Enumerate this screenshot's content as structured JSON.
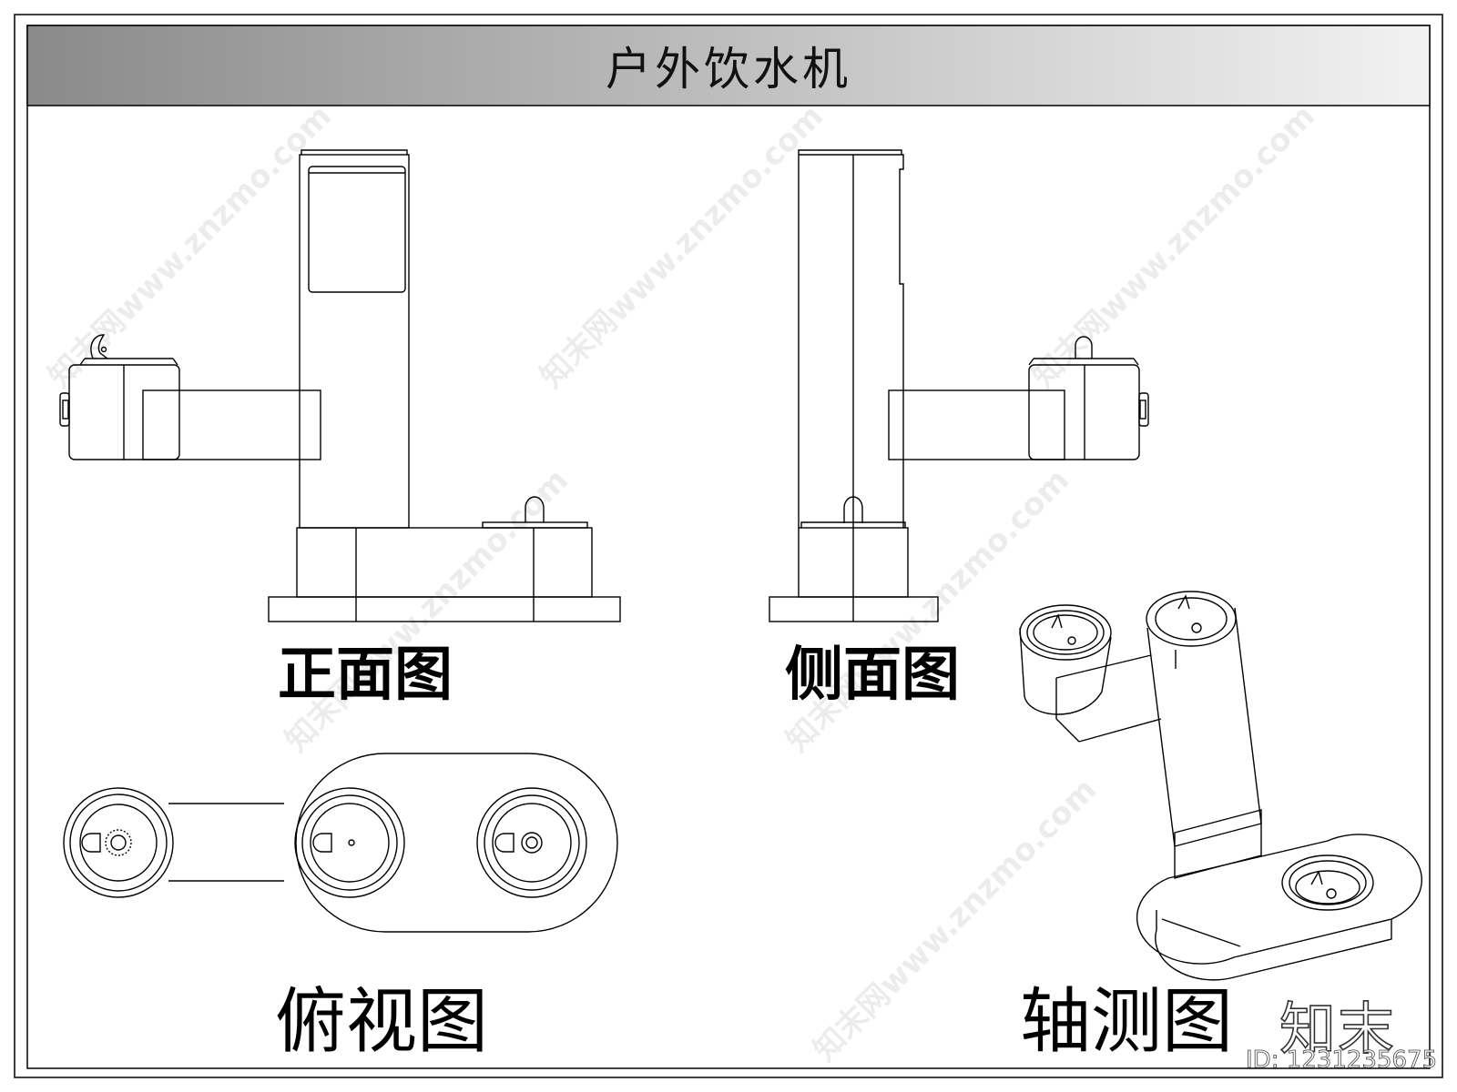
{
  "title": "户外饮水机",
  "views": {
    "front": "正面图",
    "side": "侧面图",
    "top": "俯视图",
    "iso": "轴测图"
  },
  "logo": {
    "brand": "知末",
    "id": "ID: 1231235675"
  },
  "watermark": "知末网www.znzmo.com",
  "colors": {
    "line": "#000000",
    "title_band_dark": "#8a8a8a",
    "title_band_light": "#f2f2f2"
  }
}
